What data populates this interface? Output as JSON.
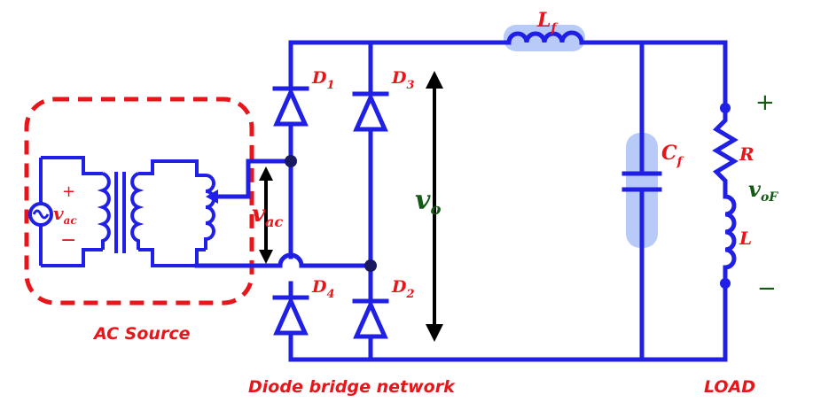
{
  "labels": {
    "d1": "D",
    "d1_sub": "1",
    "d3": "D",
    "d3_sub": "3",
    "d4": "D",
    "d4_sub": "4",
    "d2": "D",
    "d2_sub": "2",
    "lf": "L",
    "lf_sub": "f",
    "cf": "C",
    "cf_sub": "f",
    "r": "R",
    "l": "L",
    "vo": "v",
    "vo_sub": "o",
    "vof": "v",
    "vof_sub": "oF",
    "vac_src": "v",
    "vac_src_sub": "ac",
    "vac_bridge": "v",
    "vac_bridge_sub": "ac",
    "plus_src": "+",
    "minus_src": "−",
    "plus_load": "+",
    "minus_load": "−"
  },
  "captions": {
    "ac_source": "AC Source",
    "diode_bridge": "Diode bridge network",
    "load": "LOAD"
  },
  "colors": {
    "wire": "#1f1fe6",
    "label": "#e8151b",
    "voltage_green": "#145a14",
    "highlight": "#9fb8f5"
  }
}
